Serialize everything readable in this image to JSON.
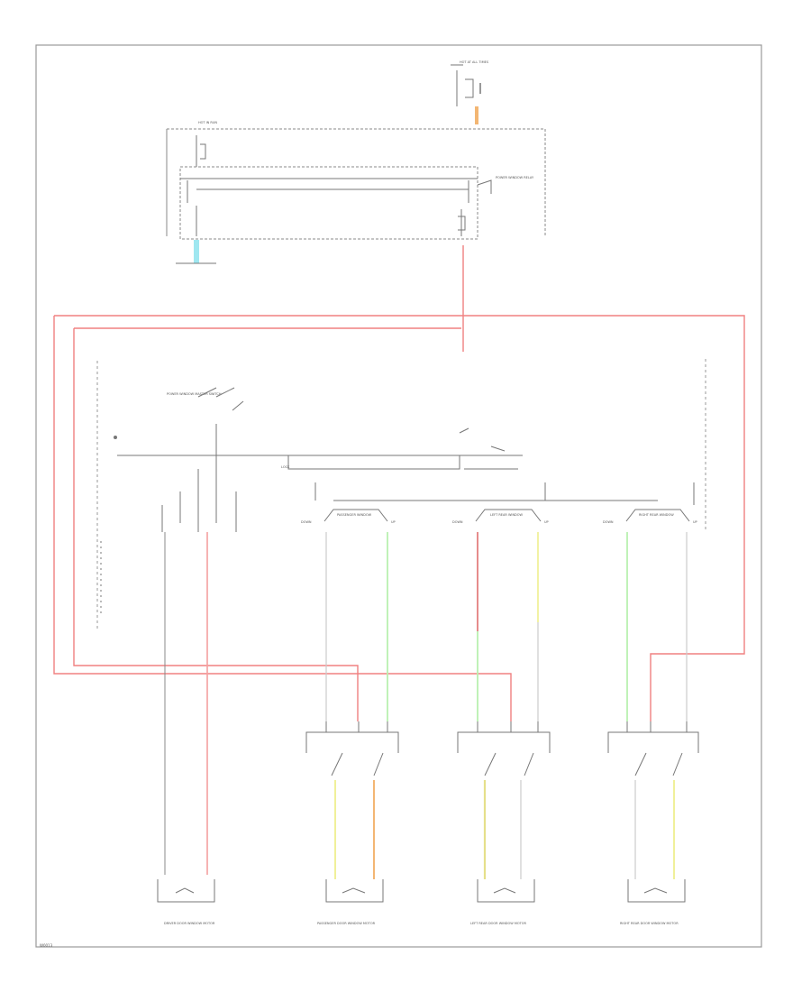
{
  "diagram": {
    "page_code": "W0013",
    "colors": {
      "frame": "#999999",
      "wire_black": "#777777",
      "wire_red": "#f08080",
      "wire_green": "#b9f0b0",
      "wire_yellow": "#f0f09a",
      "wire_orange": "#f3b673",
      "wire_lightblue": "#9fe7f0",
      "wire_pink": "#f4a0a0"
    },
    "top_fuse": {
      "text": "HOT AT ALL TIMES"
    },
    "left_fuse": {
      "text": "HOT IN RUN"
    },
    "relay": {
      "text": "POWER WINDOW RELAY"
    },
    "master_switch": {
      "text": "POWER WINDOW MASTER SWITCH"
    },
    "lockout": {
      "text": "LOCK"
    },
    "sub_switches": [
      {
        "name": "passenger",
        "label": "PASSENGER WINDOW",
        "down": "DOWN",
        "up": "UP"
      },
      {
        "name": "left-rear",
        "label": "LEFT REAR WINDOW",
        "down": "DOWN",
        "up": "UP"
      },
      {
        "name": "right-rear",
        "label": "RIGHT REAR WINDOW",
        "down": "DOWN",
        "up": "UP"
      }
    ],
    "motors": [
      {
        "name": "driver",
        "label": "DRIVER DOOR WINDOW MOTOR"
      },
      {
        "name": "passenger",
        "label": "PASSENGER DOOR WINDOW MOTOR"
      },
      {
        "name": "left-rear",
        "label": "LEFT REAR DOOR WINDOW MOTOR"
      },
      {
        "name": "right-rear",
        "label": "RIGHT REAR DOOR WINDOW MOTOR"
      }
    ]
  }
}
